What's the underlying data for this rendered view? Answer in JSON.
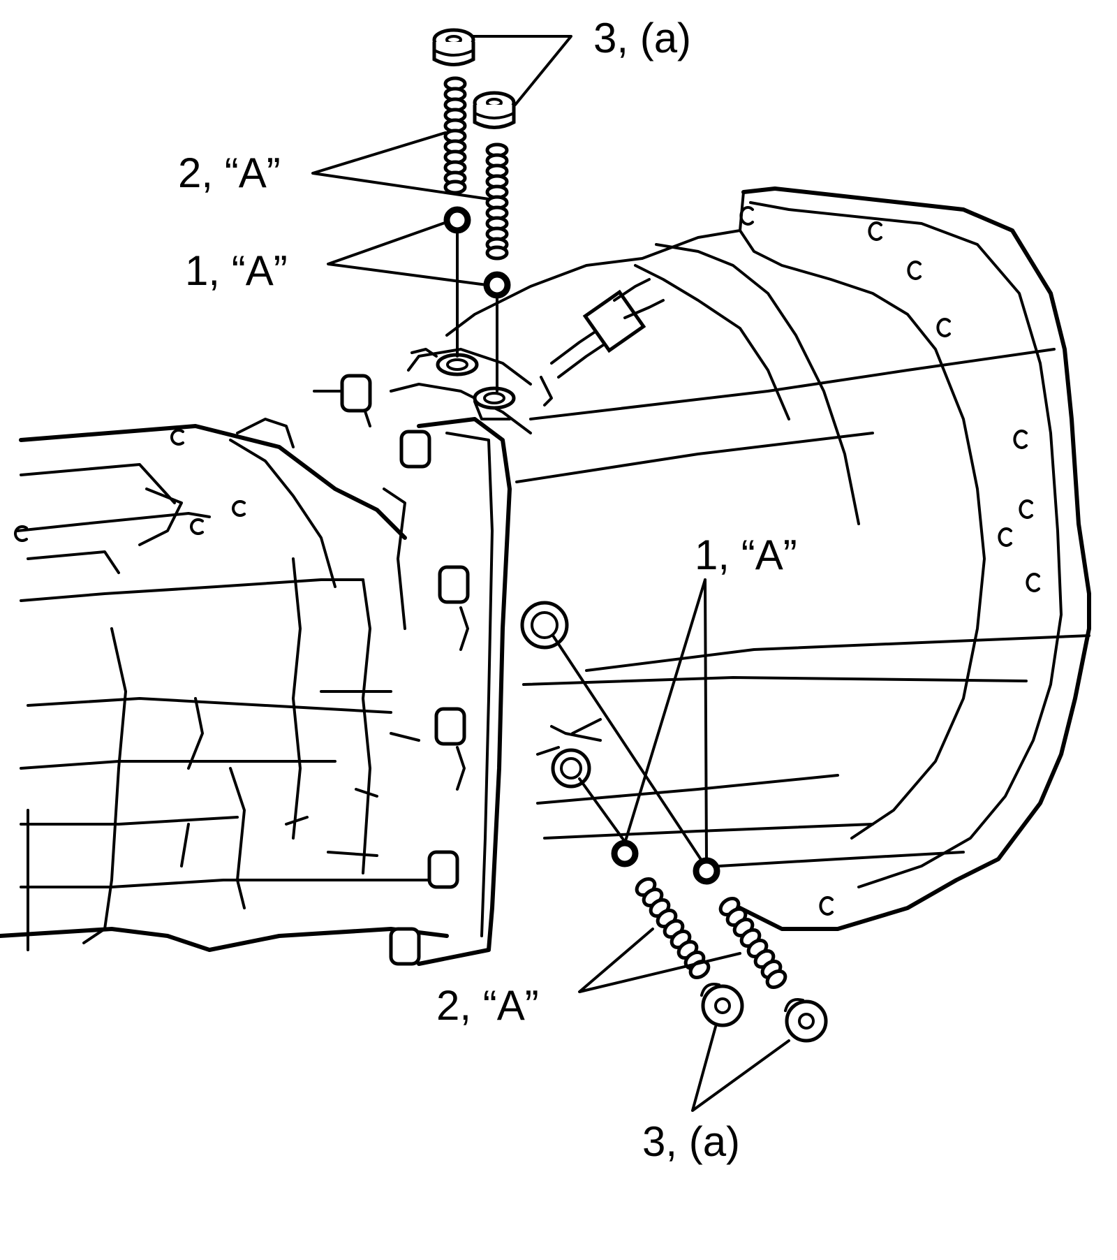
{
  "labels": {
    "top_plug": "3, (a)",
    "top_spring": "2, “A”",
    "top_ball": "1, “A”",
    "side_ball": "1, “A”",
    "bottom_spring": "2, “A”",
    "bottom_plug": "3, (a)"
  },
  "colors": {
    "ink": "#000000",
    "paper": "#ffffff"
  }
}
